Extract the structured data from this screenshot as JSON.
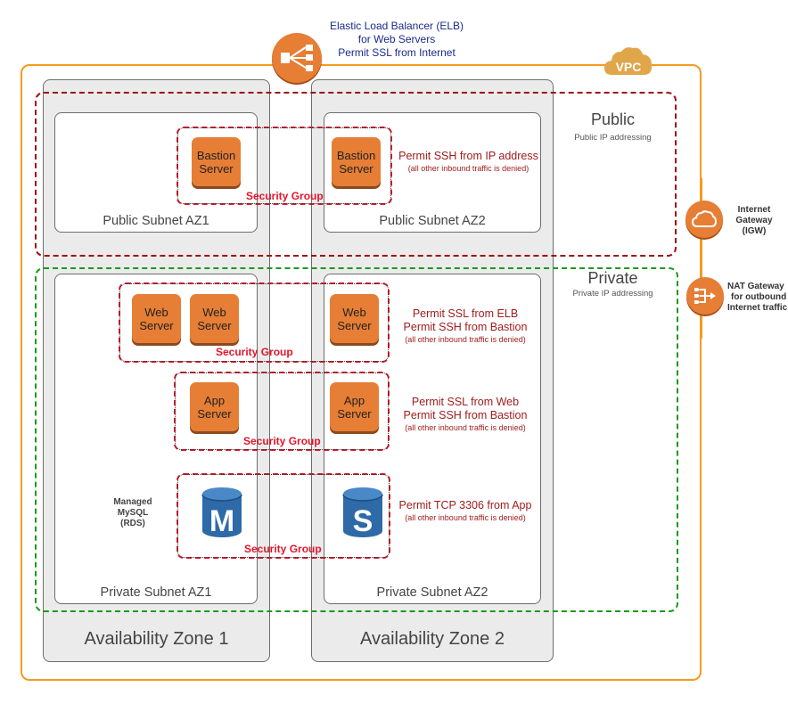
{
  "elb": {
    "lines": [
      "Elastic Load Balancer (ELB)",
      "for Web Servers",
      "Permit SSL from Internet"
    ],
    "icon": "load-balancer-icon"
  },
  "vpc": {
    "label": "VPC",
    "border_color": "#f39c1f"
  },
  "availability_zones": [
    {
      "label": "Availability Zone 1"
    },
    {
      "label": "Availability Zone 2"
    }
  ],
  "subnets": {
    "public_az1": "Public Subnet AZ1",
    "public_az2": "Public Subnet AZ2",
    "private_az1": "Private Subnet AZ1",
    "private_az2": "Private Subnet AZ2"
  },
  "zones": {
    "public": {
      "title": "Public",
      "subtitle": "Public IP addressing",
      "color": "#9b0e0e"
    },
    "private": {
      "title": "Private",
      "subtitle": "Private IP addressing",
      "color": "#1a9a1a"
    }
  },
  "servers": {
    "bastion": [
      "Bastion",
      "Server"
    ],
    "web": [
      "Web",
      "Server"
    ],
    "app": [
      "App",
      "Server"
    ]
  },
  "security_group_label": "Security Group",
  "rules": {
    "bastion": {
      "lines": [
        "Permit SSH from IP address"
      ],
      "note": "(all other inbound traffic is denied)"
    },
    "web": {
      "lines": [
        "Permit SSL from ELB",
        "Permit SSH from Bastion"
      ],
      "note": "(all other inbound traffic is denied)"
    },
    "app": {
      "lines": [
        "Permit SSL from Web",
        "Permit SSH from Bastion"
      ],
      "note": "(all other inbound traffic is denied)"
    },
    "db": {
      "lines": [
        "Permit TCP 3306 from App"
      ],
      "note": "(all other inbound traffic is denied)"
    }
  },
  "database": {
    "label": [
      "Managed",
      "MySQL",
      "(RDS)"
    ],
    "master_letter": "M",
    "standby_letter": "S"
  },
  "gateways": {
    "igw": [
      "Internet",
      "Gateway",
      "(IGW)"
    ],
    "nat": [
      "NAT Gateway",
      "for outbound",
      "Internet traffic"
    ]
  },
  "colors": {
    "aws_orange": "#e67e35",
    "security_group": "#e0162b",
    "rule_text": "#a11d1d",
    "elb_text": "#1b2a8c",
    "db_blue": "#2e6aa8"
  }
}
